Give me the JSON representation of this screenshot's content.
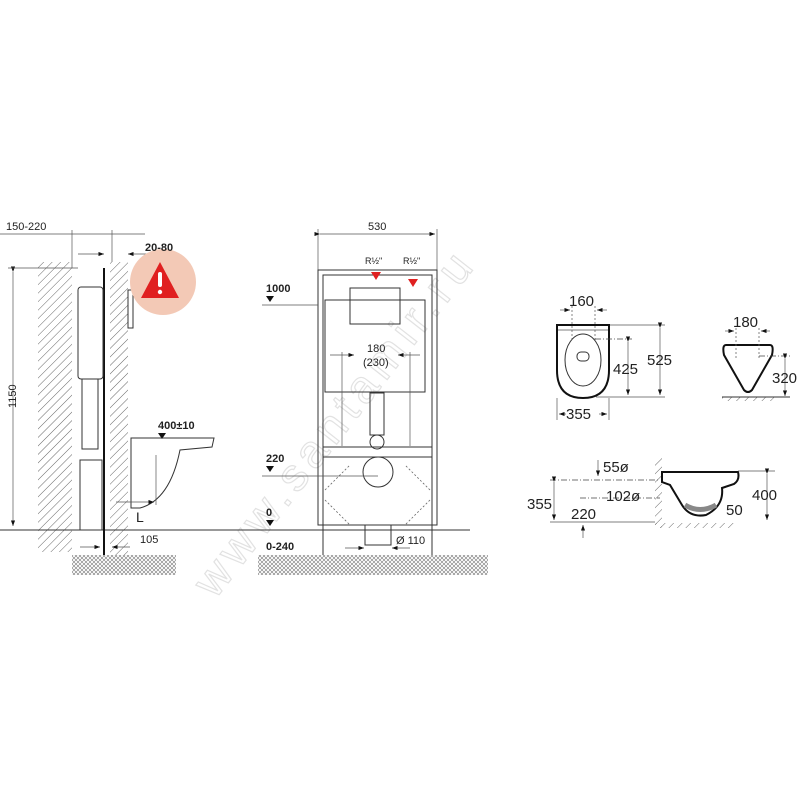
{
  "watermark": "www.santamir.ru",
  "side_view": {
    "wall_gap": "150-220",
    "finish_thickness": "20-80",
    "height": "1150",
    "seat_height": "400±10",
    "distance_label": "L",
    "outlet_offset": "105",
    "warning_icon_color": "#e02020"
  },
  "front_view": {
    "width": "530",
    "inlet_left": "R½\"",
    "inlet_right": "R½\"",
    "cistern_spacing": "180",
    "cistern_spacing_alt": "(230)",
    "level_top": "1000",
    "level_outlet": "220",
    "level_floor": "0",
    "floor_range": "0-240",
    "pipe_diameter": "Ø 110"
  },
  "bowl_top_view": {
    "bolt_spacing": "160",
    "bolt_to_front": "425",
    "length": "525",
    "width": "355"
  },
  "bowl_back_view": {
    "bolt_spacing": "180",
    "bolt_height": "320"
  },
  "bowl_side_view": {
    "inlet_diameter": "55ø",
    "outlet_diameter": "102ø",
    "inlet_height": "355",
    "outlet_height": "220",
    "rim_height": "400",
    "water_depth": "50"
  }
}
